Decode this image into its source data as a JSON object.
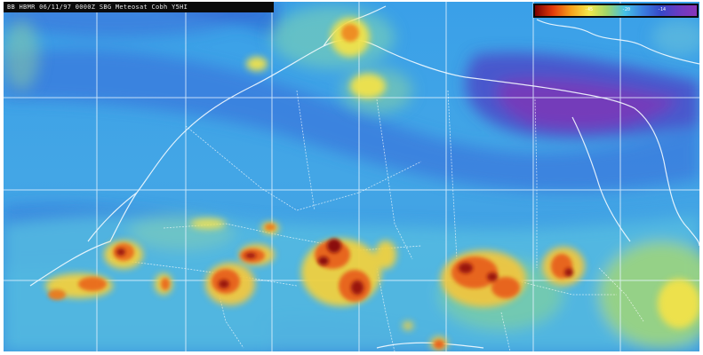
{
  "header": {
    "text": "BB HBMR 06/11/97 0000Z SBG Meteosat Cobh Y5HI"
  },
  "colorbar": {
    "stops": [
      "#7a0000",
      "#e43b0a",
      "#f7a21c",
      "#f4e84a",
      "#9fd66a",
      "#45c0e6",
      "#3a7fe0",
      "#3647c8",
      "#6a3bc2",
      "#8a35b8"
    ],
    "labels": [
      "-45",
      "-20",
      "-14"
    ]
  },
  "palette": {
    "ocean": "#3fa0e6",
    "dry_band": "#3c5fd0",
    "driest": "#7a3ab8",
    "moist": "#9fd66a",
    "cold_cloud": "#f4e84a",
    "very_cold": "#e8601a",
    "coldest": "#8a0e0a",
    "grid": "#e8f6ff"
  },
  "map_layers": [
    "water-vapour-field",
    "graticule",
    "coastlines",
    "country-borders",
    "convective-cloud-clusters"
  ]
}
